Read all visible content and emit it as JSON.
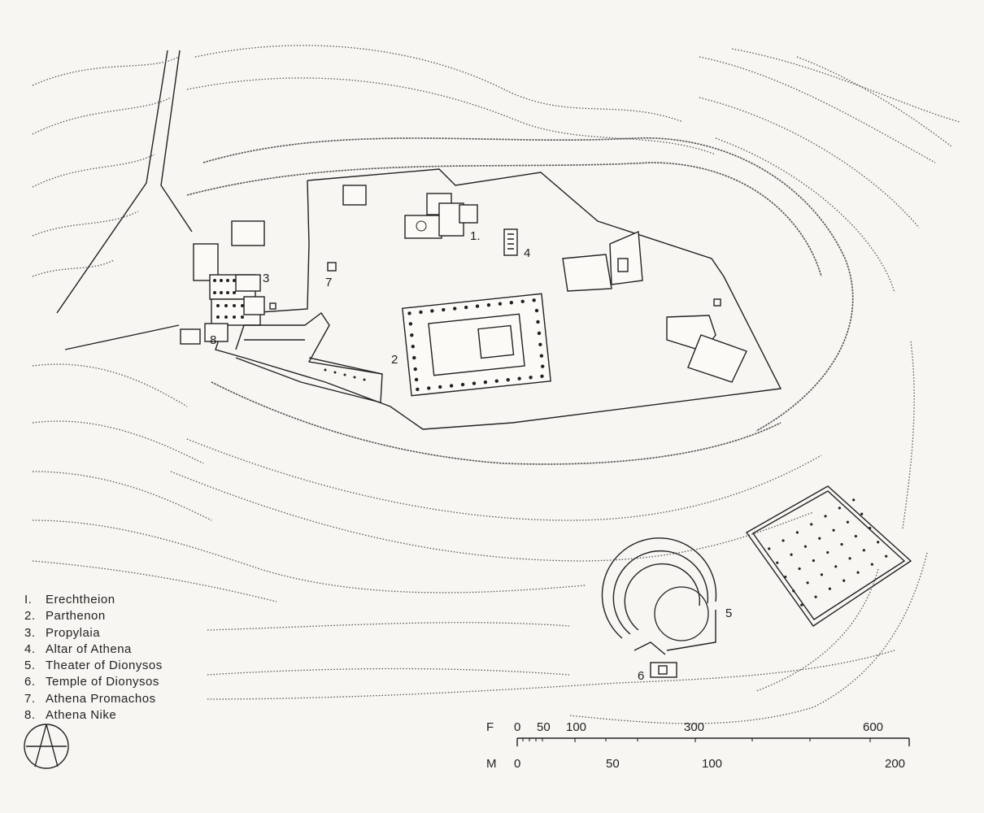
{
  "legend": [
    {
      "num": "I.",
      "name": "Erechtheion"
    },
    {
      "num": "2.",
      "name": "Parthenon"
    },
    {
      "num": "3.",
      "name": "Propylaia"
    },
    {
      "num": "4.",
      "name": "Altar of Athena"
    },
    {
      "num": "5.",
      "name": "Theater of Dionysos"
    },
    {
      "num": "6.",
      "name": "Temple of Dionysos"
    },
    {
      "num": "7.",
      "name": "Athena Promachos"
    },
    {
      "num": "8.",
      "name": "Athena Nike"
    }
  ],
  "map_labels": {
    "erechtheion": "1.",
    "parthenon": "2",
    "propylaia": "3",
    "altar": "4",
    "theater": "5",
    "temple_dionysos": "6",
    "promachos": "7",
    "nike": "8"
  },
  "scale": {
    "feet_unit": "F",
    "meters_unit": "M",
    "feet_ticks": [
      "0",
      "50",
      "100",
      "300",
      "600"
    ],
    "meter_ticks": [
      "0",
      "50",
      "100",
      "200"
    ]
  },
  "north_arrow": "north-arrow-icon"
}
